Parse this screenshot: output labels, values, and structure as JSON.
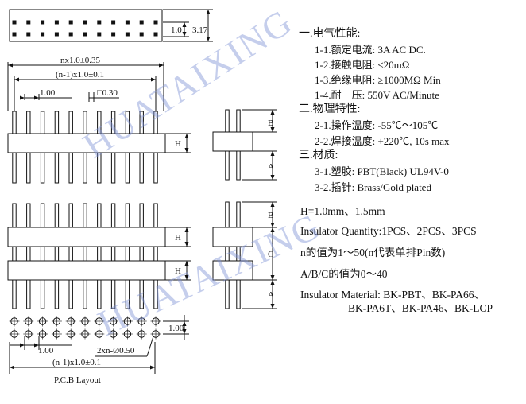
{
  "dims": {
    "top_pitch": "1.0",
    "top_height": "3.17",
    "total_length": "nx1.0±0.35",
    "span_length": "(n-1)x1.0±0.1",
    "pitch": "1.00",
    "pin_size": "□0.30",
    "label_B": "B",
    "label_H": "H",
    "label_A": "A",
    "label_C": "C",
    "pcb_pitch": "1.00",
    "pcb_pitch_x": "1.00",
    "pcb_holes": "2xn-Ø0.50",
    "pcb_span": "(n-1)x1.0±0.1",
    "pcb_title": "P.C.B Layout"
  },
  "specs": [
    {
      "text": "一.电气性能:",
      "style": "head"
    },
    {
      "text": "1-1.额定电流: 3A AC DC.",
      "style": "item"
    },
    {
      "text": "1-2.接触电阻: ≤20mΩ",
      "style": "item"
    },
    {
      "text": "1-3.绝缘电阻: ≥1000MΩ Min",
      "style": "item"
    },
    {
      "text": "1-4.耐    压: 550V AC/Minute",
      "style": "item"
    },
    {
      "text": "二.物理特性:",
      "style": "head"
    },
    {
      "text": "2-1.操作温度: -55℃～105℃",
      "style": "item"
    },
    {
      "text": "2-2.焊接温度: +220℃, 10s max",
      "style": "item"
    },
    {
      "text": "三.材质:",
      "style": "head"
    },
    {
      "text": "3-1.塑胶: PBT(Black) UL94V-0",
      "style": "item"
    },
    {
      "text": "3-2.插针: Brass/Gold plated",
      "style": "item"
    }
  ],
  "notes": [
    "H=1.0mm、1.5mm",
    "Insulator Quantity:1PCS、2PCS、3PCS",
    "n的值为1～50(n代表单排Pin数)",
    "A/B/C的值为0～40",
    "Insulator Material: BK-PBT、BK-PA66、",
    "BK-PA6T、BK-PA46、BK-LCP"
  ],
  "watermark": "HUATAIXING"
}
